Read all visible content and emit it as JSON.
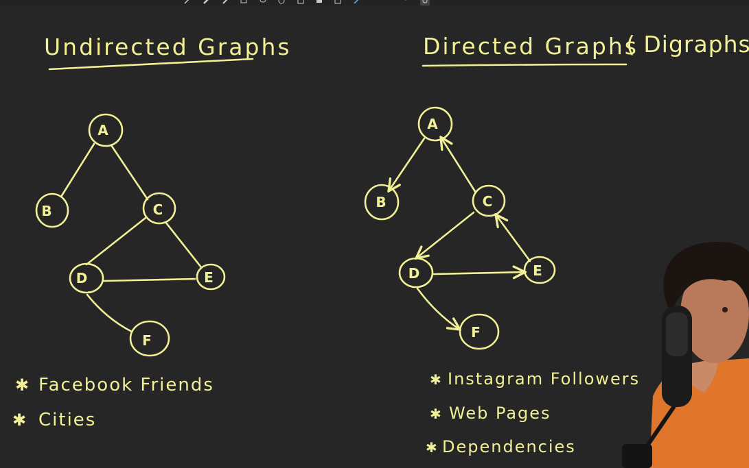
{
  "toolbar": {
    "tools": [
      "pen-icon",
      "highlighter-icon",
      "marker-icon",
      "eraser-icon",
      "lasso-icon",
      "shapes-icon",
      "image-icon",
      "text-icon",
      "insert-icon",
      "color-pen-icon",
      "dropdown-icon",
      "settings-icon"
    ]
  },
  "colors": {
    "background": "#262626",
    "ink": "#f2f096",
    "shirt": "#e0762c"
  },
  "undirected": {
    "title": "Undirected Graphs",
    "nodes": [
      "A",
      "B",
      "C",
      "D",
      "E",
      "F"
    ],
    "examples": [
      "Facebook Friends",
      "Cities"
    ]
  },
  "directed": {
    "title": "Directed Graphs",
    "subtitle": "( Digraphs)",
    "nodes": [
      "A",
      "B",
      "C",
      "D",
      "E",
      "F"
    ],
    "examples": [
      "Instagram Followers",
      "Web Pages",
      "Dependencies"
    ]
  }
}
